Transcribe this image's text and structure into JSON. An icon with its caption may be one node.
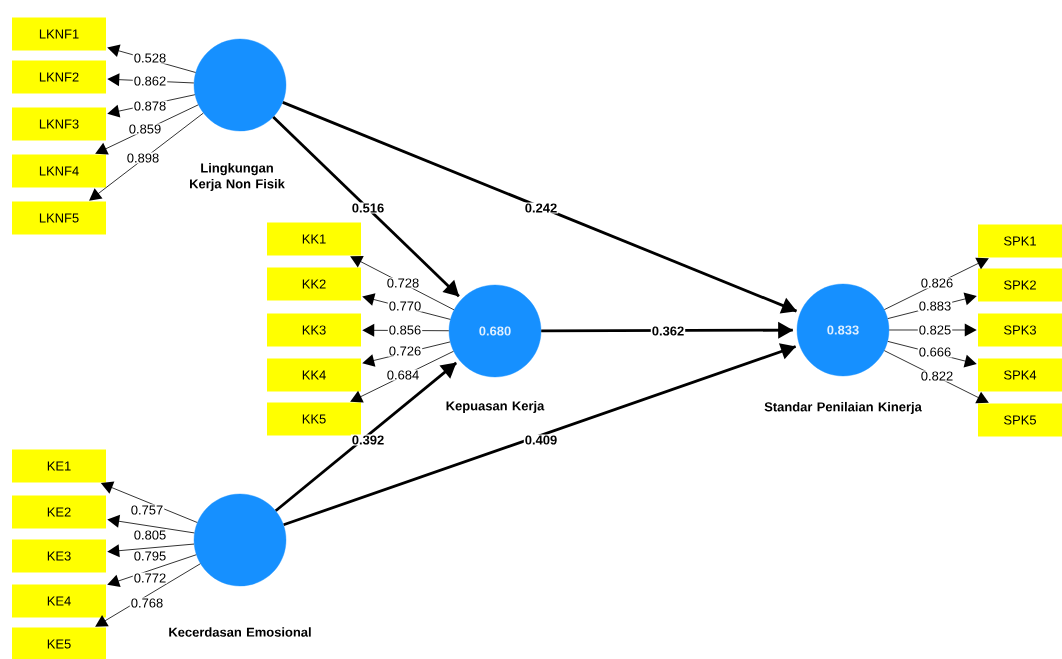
{
  "diagram": {
    "nodes": [
      {
        "text": [],
        "shape": "circle",
        "beside": [
          "Lingkungan Kerja Non Fisik"
        ]
      },
      {
        "text": [
          "LKNF1"
        ]
      },
      {
        "text": [
          "LKNF2"
        ]
      },
      {
        "text": [
          "LKNF3"
        ]
      },
      {
        "text": [
          "LKNF4"
        ]
      },
      {
        "text": [
          "LKNF5"
        ]
      },
      {
        "text": [
          "0.680"
        ],
        "beside": [
          "Kepuasan Kerja"
        ]
      },
      {
        "text": [
          "KK1"
        ]
      },
      {
        "text": [
          "KK2"
        ]
      },
      {
        "text": [
          "KK3"
        ]
      },
      {
        "text": [
          "KK4"
        ]
      },
      {
        "text": [
          "KK5"
        ]
      },
      {
        "text": [],
        "shape": "circle",
        "beside": [
          "Kecerdasan Emosional"
        ]
      },
      {
        "text": [
          "KE1"
        ]
      },
      {
        "text": [
          "KE2"
        ]
      },
      {
        "text": [
          "KE3"
        ]
      },
      {
        "text": [
          "KE4"
        ]
      },
      {
        "text": [
          "KE5"
        ]
      },
      {
        "text": [
          "0.833"
        ],
        "beside": [
          "Standar Penilaian Kinerja"
        ]
      },
      {
        "text": [
          "SPK1"
        ]
      },
      {
        "text": [
          "SPK2"
        ]
      },
      {
        "text": [
          "SPK3"
        ]
      },
      {
        "text": [
          "SPK4"
        ]
      },
      {
        "text": [
          "SPK5"
        ]
      }
    ],
    "edges": [
      {
        "from": 0,
        "to": 1,
        "arrow": "to",
        "label": "0.528"
      },
      {
        "from": 0,
        "to": 2,
        "arrow": "to",
        "label": "0.862"
      },
      {
        "from": 0,
        "to": 3,
        "arrow": "to",
        "label": "0.878"
      },
      {
        "from": 0,
        "to": 4,
        "arrow": "to",
        "label": "0.859"
      },
      {
        "from": 0,
        "to": 5,
        "arrow": "to",
        "label": "0.898"
      },
      {
        "from": 6,
        "to": 7,
        "arrow": "to",
        "label": "0.728"
      },
      {
        "from": 6,
        "to": 8,
        "arrow": "to",
        "label": "0.770"
      },
      {
        "from": 6,
        "to": 9,
        "arrow": "to",
        "label": "0.856"
      },
      {
        "from": 6,
        "to": 10,
        "arrow": "to",
        "label": "0.726"
      },
      {
        "from": 6,
        "to": 11,
        "arrow": "to",
        "label": "0.684"
      },
      {
        "from": 12,
        "to": 13,
        "arrow": "to",
        "label": "0.757"
      },
      {
        "from": 12,
        "to": 14,
        "arrow": "to",
        "label": "0.805"
      },
      {
        "from": 12,
        "to": 15,
        "arrow": "to",
        "label": "0.795"
      },
      {
        "from": 12,
        "to": 16,
        "arrow": "to",
        "label": "0.772"
      },
      {
        "from": 12,
        "to": 17,
        "arrow": "to",
        "label": "0.768"
      },
      {
        "from": 18,
        "to": 19,
        "arrow": "to",
        "label": "0.826"
      },
      {
        "from": 18,
        "to": 20,
        "arrow": "to",
        "label": "0.883"
      },
      {
        "from": 18,
        "to": 21,
        "arrow": "to",
        "label": "0.825"
      },
      {
        "from": 18,
        "to": 22,
        "arrow": "to",
        "label": "0.666"
      },
      {
        "from": 18,
        "to": 23,
        "arrow": "to",
        "label": "0.822"
      },
      {
        "from": 0,
        "to": 6,
        "arrow": "to",
        "label": "0.516",
        "style": "thick"
      },
      {
        "from": 0,
        "to": 18,
        "arrow": "to",
        "label": "0.242",
        "style": "thick"
      },
      {
        "from": 6,
        "to": 18,
        "arrow": "to",
        "label": "0.362",
        "style": "thick"
      },
      {
        "from": 12,
        "to": 6,
        "arrow": "to",
        "label": "0.392",
        "style": "thick"
      },
      {
        "from": 12,
        "to": 18,
        "arrow": "to",
        "label": "0.409",
        "style": "thick"
      }
    ]
  }
}
